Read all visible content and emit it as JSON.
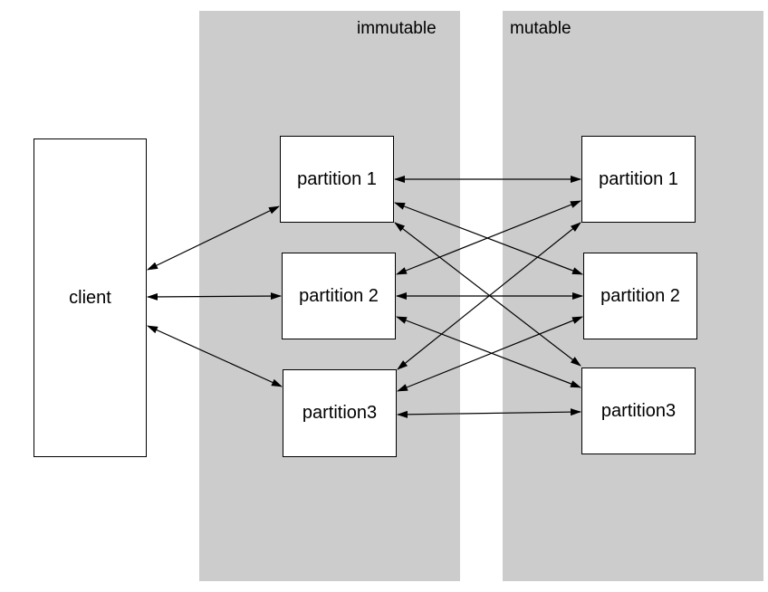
{
  "zones": {
    "immutable": {
      "label": "immutable",
      "color": "#cccccc"
    },
    "mutable": {
      "label": "mutable",
      "color": "#cccccc"
    }
  },
  "client": {
    "label": "client"
  },
  "immutable_partitions": [
    {
      "label": "partition 1"
    },
    {
      "label": "partition 2"
    },
    {
      "label": "partition3"
    }
  ],
  "mutable_partitions": [
    {
      "label": "partition 1"
    },
    {
      "label": "partition 2"
    },
    {
      "label": "partition3"
    }
  ],
  "connections": [
    {
      "from": "client",
      "to": "immutable-1",
      "bidirectional": true
    },
    {
      "from": "client",
      "to": "immutable-2",
      "bidirectional": true
    },
    {
      "from": "client",
      "to": "immutable-3",
      "bidirectional": true
    },
    {
      "from": "immutable-1",
      "to": "mutable-1",
      "bidirectional": true
    },
    {
      "from": "immutable-1",
      "to": "mutable-2",
      "bidirectional": true
    },
    {
      "from": "immutable-1",
      "to": "mutable-3",
      "bidirectional": true
    },
    {
      "from": "immutable-2",
      "to": "mutable-1",
      "bidirectional": true
    },
    {
      "from": "immutable-2",
      "to": "mutable-2",
      "bidirectional": true
    },
    {
      "from": "immutable-2",
      "to": "mutable-3",
      "bidirectional": true
    },
    {
      "from": "immutable-3",
      "to": "mutable-1",
      "bidirectional": true
    },
    {
      "from": "immutable-3",
      "to": "mutable-2",
      "bidirectional": true
    },
    {
      "from": "immutable-3",
      "to": "mutable-3",
      "bidirectional": true
    }
  ]
}
